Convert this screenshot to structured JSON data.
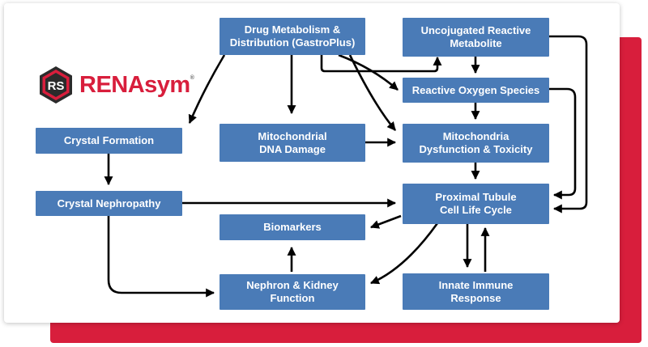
{
  "logo": {
    "badge": "RS",
    "name": "RENAsym",
    "tm": "®"
  },
  "nodes": {
    "drug_metabolism": "Drug Metabolism &\nDistribution (GastroPlus)",
    "unconjugated": "Uncojugated Reactive\nMetabolite",
    "ros": "Reactive Oxygen Species",
    "crystal_formation": "Crystal Formation",
    "mito_dna": "Mitochondrial\nDNA Damage",
    "mito_dysfunction": "Mitochondria\nDysfunction & Toxicity",
    "crystal_nephropathy": "Crystal Nephropathy",
    "proximal_tubule": "Proximal Tubule\nCell Life Cycle",
    "biomarkers": "Biomarkers",
    "nephron": "Nephron & Kidney Function",
    "immune": "Innate Immune\nResponse"
  },
  "colors": {
    "node": "#4a7bb7",
    "accent": "#d81e3c",
    "arrow": "#000000"
  }
}
